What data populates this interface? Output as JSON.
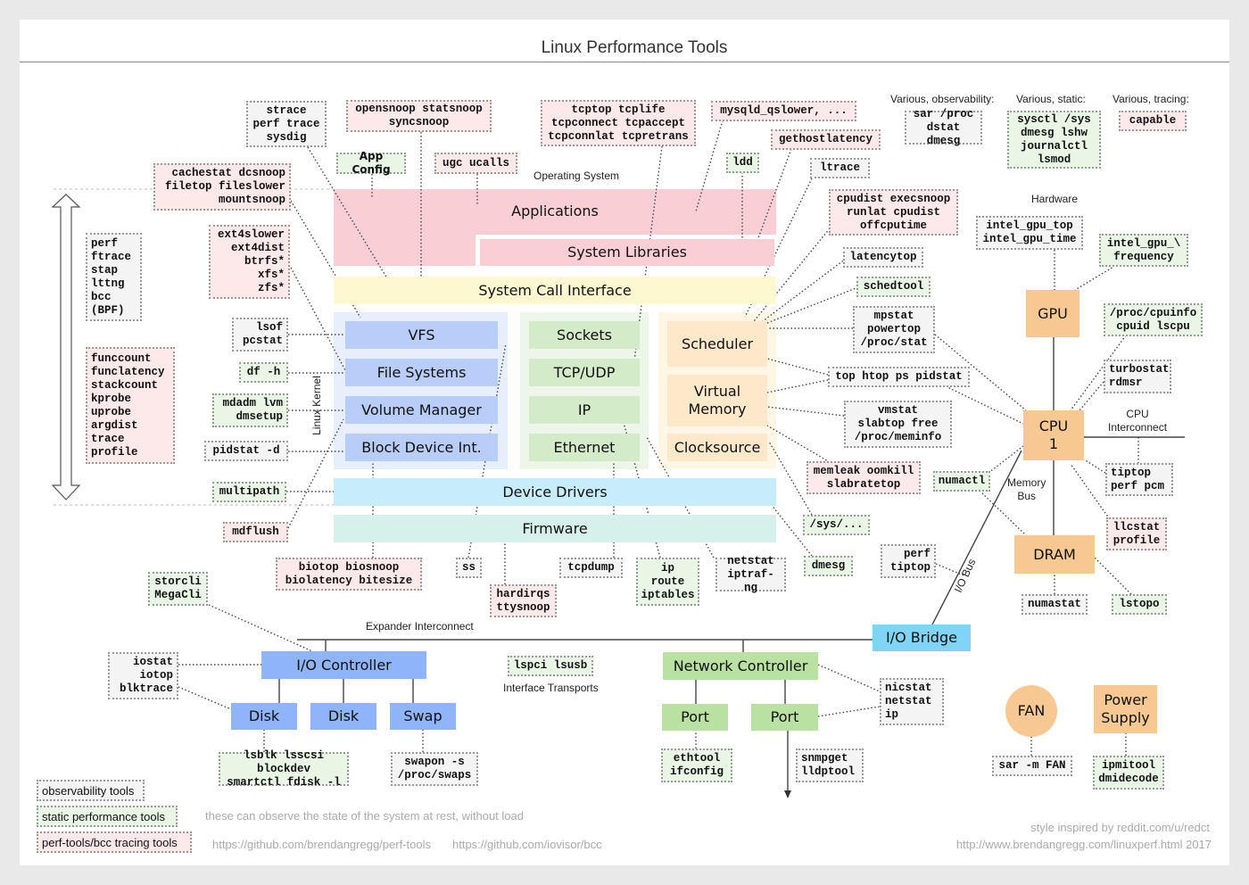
{
  "title": "Linux Performance Tools",
  "labels": {
    "operating_system": "Operating System",
    "linux_kernel": "Linux Kernel",
    "hardware": "Hardware",
    "cpu_interconnect": "CPU\nInterconnect",
    "memory_bus": "Memory\nBus",
    "io_bus": "I/O Bus",
    "expander_interconnect": "Expander Interconnect",
    "interface_transports": "Interface Transports",
    "various_observability": "Various, observability:",
    "various_static": "Various, static:",
    "various_tracing": "Various, tracing:"
  },
  "components": {
    "applications": "Applications",
    "system_libraries": "System Libraries",
    "system_call_interface": "System Call Interface",
    "vfs": "VFS",
    "file_systems": "File Systems",
    "volume_manager": "Volume Manager",
    "block_device": "Block Device Int.",
    "sockets": "Sockets",
    "tcp_udp": "TCP/UDP",
    "ip": "IP",
    "ethernet": "Ethernet",
    "scheduler": "Scheduler",
    "virtual_memory": "Virtual\nMemory",
    "clocksource": "Clocksource",
    "device_drivers": "Device Drivers",
    "firmware": "Firmware",
    "gpu": "GPU",
    "cpu": "CPU\n1",
    "dram": "DRAM",
    "io_bridge": "I/O Bridge",
    "io_controller": "I/O Controller",
    "disk1": "Disk",
    "disk2": "Disk",
    "swap": "Swap",
    "network_controller": "Network Controller",
    "port1": "Port",
    "port2": "Port",
    "fan": "FAN",
    "power_supply": "Power\nSupply"
  },
  "tools": {
    "strace": "strace\nperf trace\nsysdig",
    "opensnoop": "opensnoop statsnoop\nsyncsnoop",
    "app_config": "App Config",
    "ugc": "ugc ucalls",
    "cachestat": "cachestat dcsnoop\nfiletop fileslower\nmountsnoop",
    "tcptop": "tcptop tcplife\ntcpconnect tcpaccept\ntcpconnlat tcpretrans",
    "mysqld": "mysqld_qslower, ...",
    "gethostlatency": "gethostlatency",
    "ldd": "ldd",
    "ltrace": "ltrace",
    "sar_proc": "sar /proc\ndstat dmesg",
    "sysctl": "sysctl /sys\ndmesg lshw\njournalctl\nlsmod",
    "capable": "capable",
    "ext4slower": "ext4slower\next4dist\nbtrfs*\nxfs*\nzfs*",
    "perf": "perf\nftrace\nstap\nlttng\nbcc\n(BPF)",
    "funccount": "funccount\nfunclatency\nstackcount\nkprobe\nuprobe\nargdist\ntrace\nprofile",
    "lsof": "lsof\npcstat",
    "df": "df -h",
    "mdadm": "mdadm lvm\ndmsetup",
    "pidstat_d": "pidstat -d",
    "multipath": "multipath",
    "mdflush": "mdflush",
    "cpudist": "cpudist execsnoop\nrunlat cpudist\noffcputime",
    "latencytop": "latencytop",
    "schedtool": "schedtool",
    "mpstat": "mpstat\npowertop\n/proc/stat",
    "top": "top htop ps pidstat",
    "vmstat": "vmstat\nslabtop free\n/proc/meminfo",
    "memleak": "memleak oomkill\nslabratetop",
    "sys": "/sys/...",
    "dmesg": "dmesg",
    "perf_tiptop": "perf\ntiptop",
    "numactl": "numactl",
    "intel_gpu_top": "intel_gpu_top\nintel_gpu_time",
    "intel_gpu_freq": "intel_gpu_\\\nfrequency",
    "cpuinfo": "/proc/cpuinfo\ncpuid lscpu",
    "turbostat": "turbostat\nrdmsr",
    "tiptop_pcm": "tiptop\nperf pcm",
    "llcstat": "llcstat\nprofile",
    "numastat": "numastat",
    "lstopo": "lstopo",
    "biotop": "biotop biosnoop\nbiolatency bitesize",
    "ss": "ss",
    "hardirqs": "hardirqs\nttysnoop",
    "tcpdump": "tcpdump",
    "ip_route": "ip\nroute\niptables",
    "netstat": "netstat\niptraf-ng",
    "storcli": "storcli\nMegaCli",
    "iostat": "iostat\niotop\nblktrace",
    "lspci": "lspci lsusb",
    "lsblk": "lsblk lsscsi blockdev\nsmartctl  fdisk -l",
    "swapon": "swapon -s\n/proc/swaps",
    "nicstat": "nicstat\nnetstat\nip",
    "ethtool": "ethtool\nifconfig",
    "snmpget": "snmpget\nlldptool",
    "sar_fan": "sar -m FAN",
    "ipmitool": "ipmitool\ndmidecode"
  },
  "legend": {
    "observability": "observability tools",
    "static": "static performance tools",
    "tracing": "perf-tools/bcc tracing tools"
  },
  "footer": {
    "static_note": "these can observe the state of the system at rest, without load",
    "link_perf_tools": "https://github.com/brendangregg/perf-tools",
    "link_bcc": "https://github.com/iovisor/bcc",
    "style_credit": "style inspired by reddit.com/u/redct",
    "source": "http://www.brendangregg.com/linuxperf.html 2017"
  },
  "colors": {
    "observability": "#f4f4f4",
    "static": "#e9f6e6",
    "tracing": "#fde9ea",
    "applications": "#f9cfd5",
    "syscall": "#fdf8cf",
    "kernel_blue": "#b9cdf9",
    "kernel_green": "#d4ebca",
    "kernel_orange": "#fde9c9",
    "device_drivers": "#c7ecfa",
    "firmware": "#d6f0ec",
    "hardware": "#f8c893",
    "io_bridge": "#80d4f6",
    "io_controller": "#90b4f8",
    "network": "#b9e1a2"
  }
}
